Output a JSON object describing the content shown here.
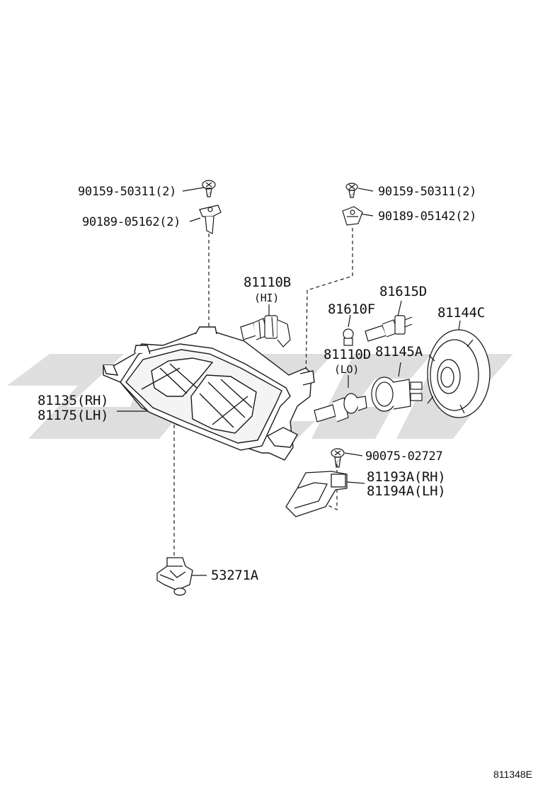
{
  "diagram": {
    "figure_ref": "811348E",
    "colors": {
      "line": "#1a1a1a",
      "watermark": "#d9d9d9"
    },
    "parts": [
      {
        "id": "screw_left",
        "number": "90159-50311(2)"
      },
      {
        "id": "clip_left",
        "number": "90189-05162(2)"
      },
      {
        "id": "screw_right",
        "number": "90159-50311(2)"
      },
      {
        "id": "clip_right",
        "number": "90189-05142(2)"
      },
      {
        "id": "bulb_hi",
        "number": "81110B",
        "note": "(HI)"
      },
      {
        "id": "bulb_81615d",
        "number": "81615D"
      },
      {
        "id": "bulb_81610f",
        "number": "81610F"
      },
      {
        "id": "cover_81144c",
        "number": "81144C"
      },
      {
        "id": "bulb_lo",
        "number": "81110D",
        "note": "(LO)"
      },
      {
        "id": "socket_81145a",
        "number": "81145A"
      },
      {
        "id": "headlamp_rh",
        "number": "81135(RH)"
      },
      {
        "id": "headlamp_lh",
        "number": "81175(LH)"
      },
      {
        "id": "screw_bracket",
        "number": "90075-02727"
      },
      {
        "id": "bracket_rh",
        "number": "81193A(RH)"
      },
      {
        "id": "bracket_lh",
        "number": "81194A(LH)"
      },
      {
        "id": "clip_53271a",
        "number": "53271A"
      }
    ]
  }
}
